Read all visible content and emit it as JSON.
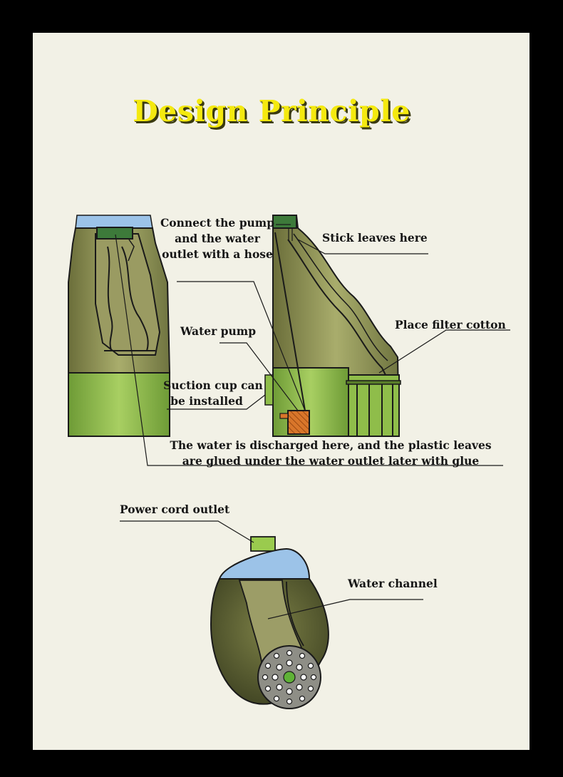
{
  "title": "Design Principle",
  "labels": {
    "connect_pump": [
      "Connect the pump",
      "and the water",
      "outlet with a hose"
    ],
    "stick_leaves": "Stick leaves here",
    "water_pump": "Water pump",
    "place_filter": "Place filter cotton",
    "suction_cup": [
      "Suction cup can",
      "be installed"
    ],
    "discharge": [
      "The water is discharged here, and the plastic leaves",
      "are glued under the water outlet later with glue"
    ],
    "power_cord": "Power cord outlet",
    "water_channel": "Water channel"
  },
  "colors": {
    "background": "#000000",
    "panel": "#f2f1e6",
    "title": "#f4e90f",
    "body_dark": "#7a7d45",
    "body_light": "#9aa84f",
    "green_base": "#8fbd4a",
    "blue_top": "#9cc3e8",
    "pump": "#d9762a"
  }
}
